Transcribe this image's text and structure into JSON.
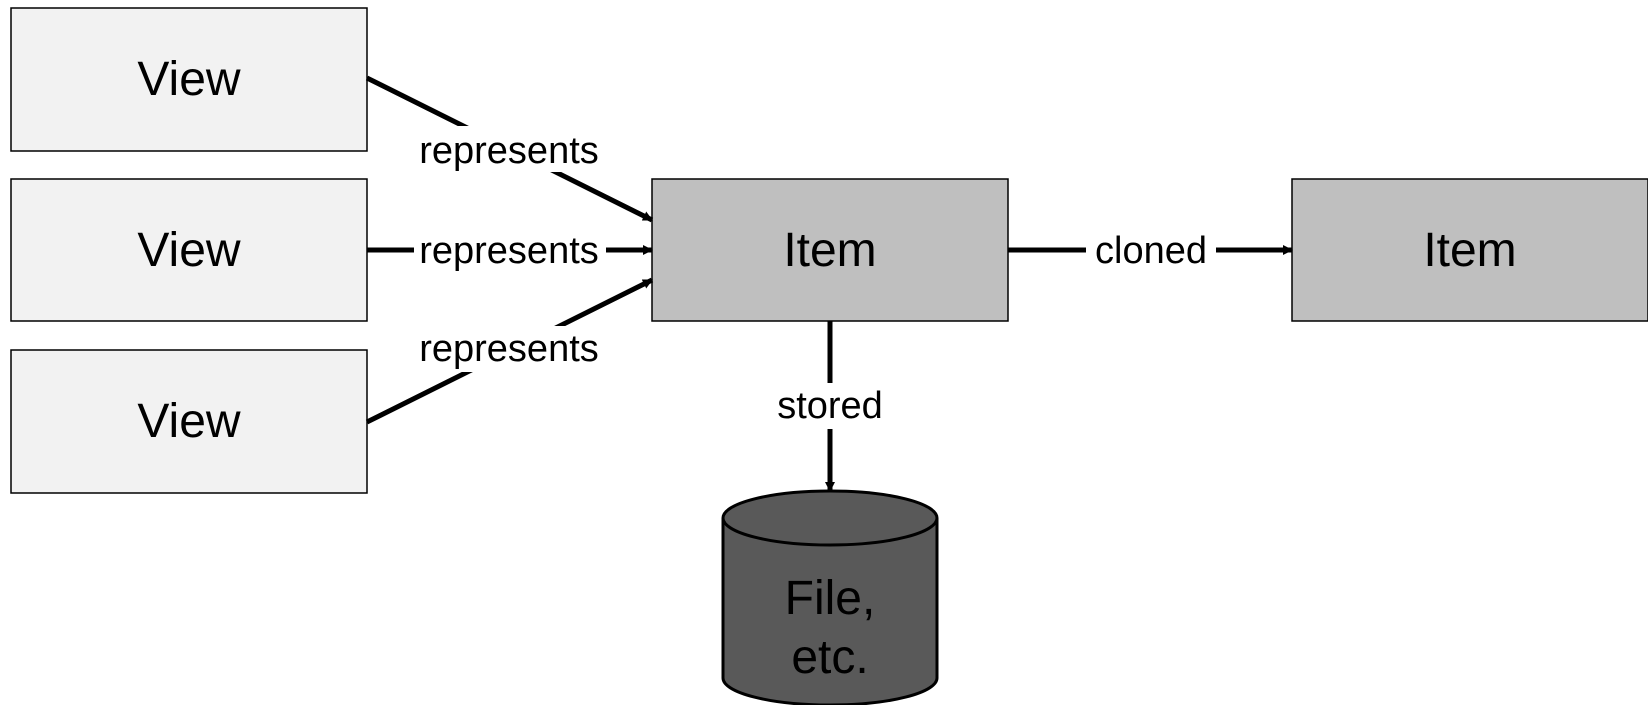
{
  "colors": {
    "view_fill": "#f2f2f2",
    "item_fill": "#bfbfbf",
    "storage_fill": "#595959",
    "stroke": "#000000",
    "background": "#ffffff"
  },
  "nodes": {
    "view_1": {
      "label": "View"
    },
    "view_2": {
      "label": "View"
    },
    "view_3": {
      "label": "View"
    },
    "item_main": {
      "label": "Item"
    },
    "item_clone": {
      "label": "Item"
    },
    "storage": {
      "line1": "File,",
      "line2": "etc.",
      "shape": "cylinder"
    }
  },
  "edges": {
    "view1_to_item": {
      "label": "represents"
    },
    "view2_to_item": {
      "label": "represents"
    },
    "view3_to_item": {
      "label": "represents"
    },
    "item_to_clone": {
      "label": "cloned"
    },
    "item_to_storage": {
      "label": "stored"
    }
  }
}
